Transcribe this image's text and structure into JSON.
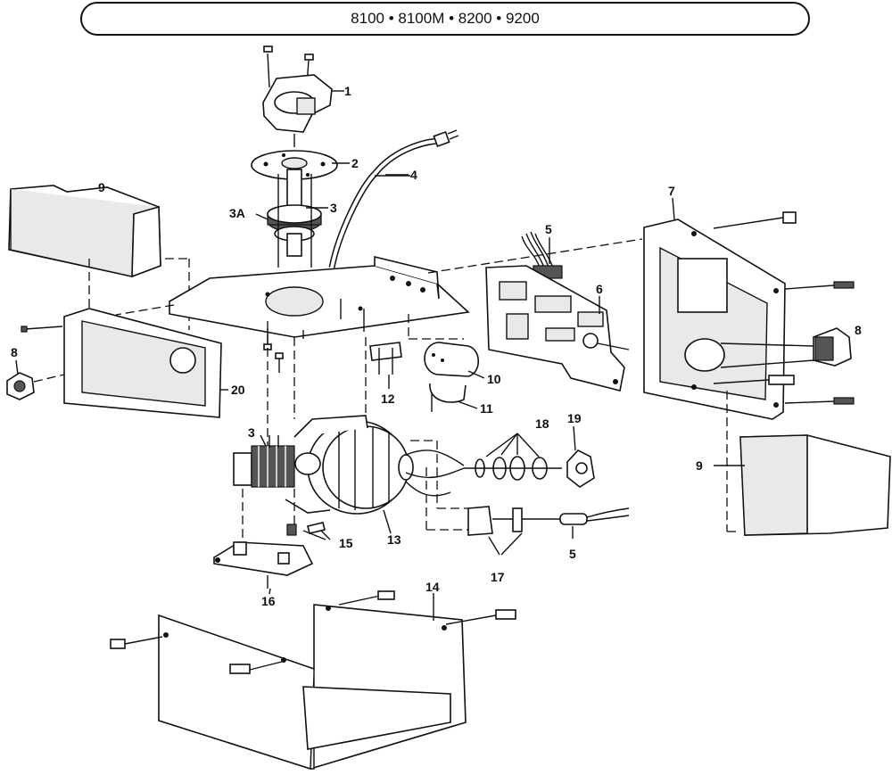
{
  "title": "8100 • 8100M • 8200 • 9200",
  "labels": {
    "l1": "1",
    "l2": "2",
    "l3a": "3A",
    "l3": "3",
    "l4": "4",
    "l5a": "5",
    "l6": "6",
    "l7": "7",
    "l8a": "8",
    "l9a": "9",
    "l8b": "8",
    "l20": "20",
    "l12": "12",
    "l10": "10",
    "l11": "11",
    "l18": "18",
    "l19": "19",
    "l3b": "3",
    "l13": "13",
    "l15": "15",
    "l9b": "9",
    "l5b": "5",
    "l17": "17",
    "l16": "16",
    "l14": "14"
  }
}
